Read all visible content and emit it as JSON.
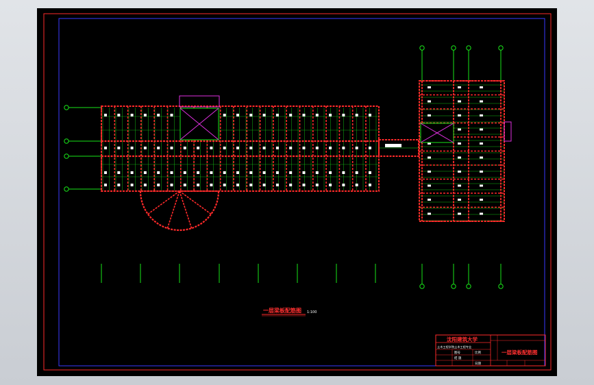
{
  "drawing": {
    "title": "一层梁板配筋图",
    "scale": "1:100"
  },
  "title_block": {
    "school": "沈阳建筑大学",
    "project_line": "土木工程学院土木工程专业",
    "drawing_name": "一层梁板配筋图",
    "cells": [
      "图号",
      "结 施",
      "比例",
      "日期"
    ]
  },
  "colors": {
    "canvas": "#000000",
    "frame_outer": "#ff2a2a",
    "frame_inner": "#3a3aff",
    "grid_axis": "#19e619",
    "beam": "#ff2a2a",
    "magenta": "#e030e0",
    "white": "#ffffff"
  },
  "icons": [
    "grid-bubble-icon"
  ]
}
